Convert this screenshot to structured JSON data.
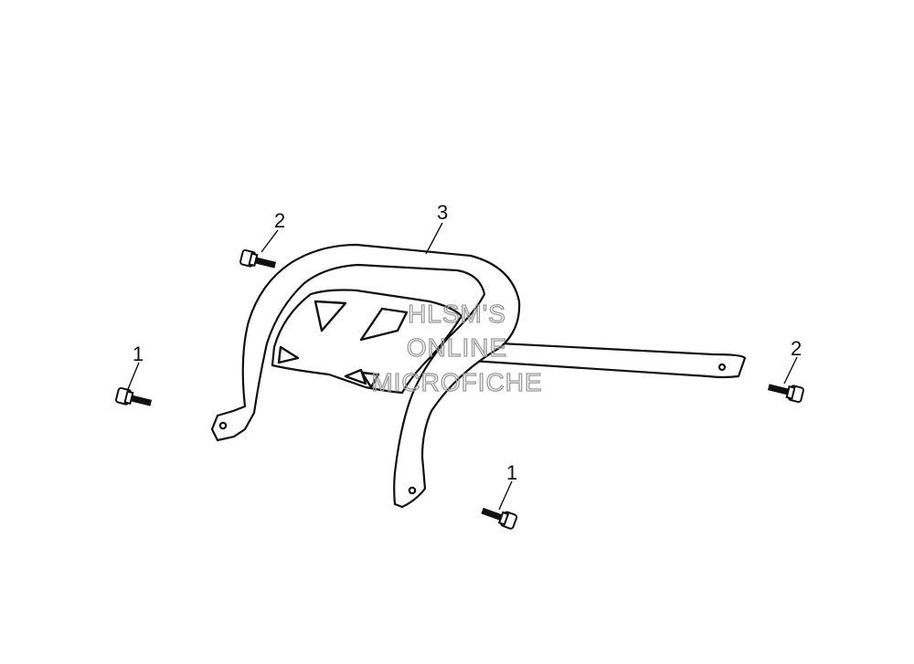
{
  "diagram": {
    "parts": [
      {
        "id": "bolt-1",
        "callout": "1"
      },
      {
        "id": "bolt-2",
        "callout": "2"
      },
      {
        "id": "rack",
        "callout": "3"
      }
    ],
    "callouts": {
      "c1_left": "1",
      "c1_bottom": "1",
      "c2_left": "2",
      "c2_right": "2",
      "c3_top": "3"
    },
    "watermark": {
      "line1": "HLSM'S",
      "line2": "ONLINE",
      "line3": "MICROFICHE"
    },
    "colors": {
      "line": "#111111",
      "background": "#ffffff",
      "watermark": "#9a9a9a"
    }
  }
}
